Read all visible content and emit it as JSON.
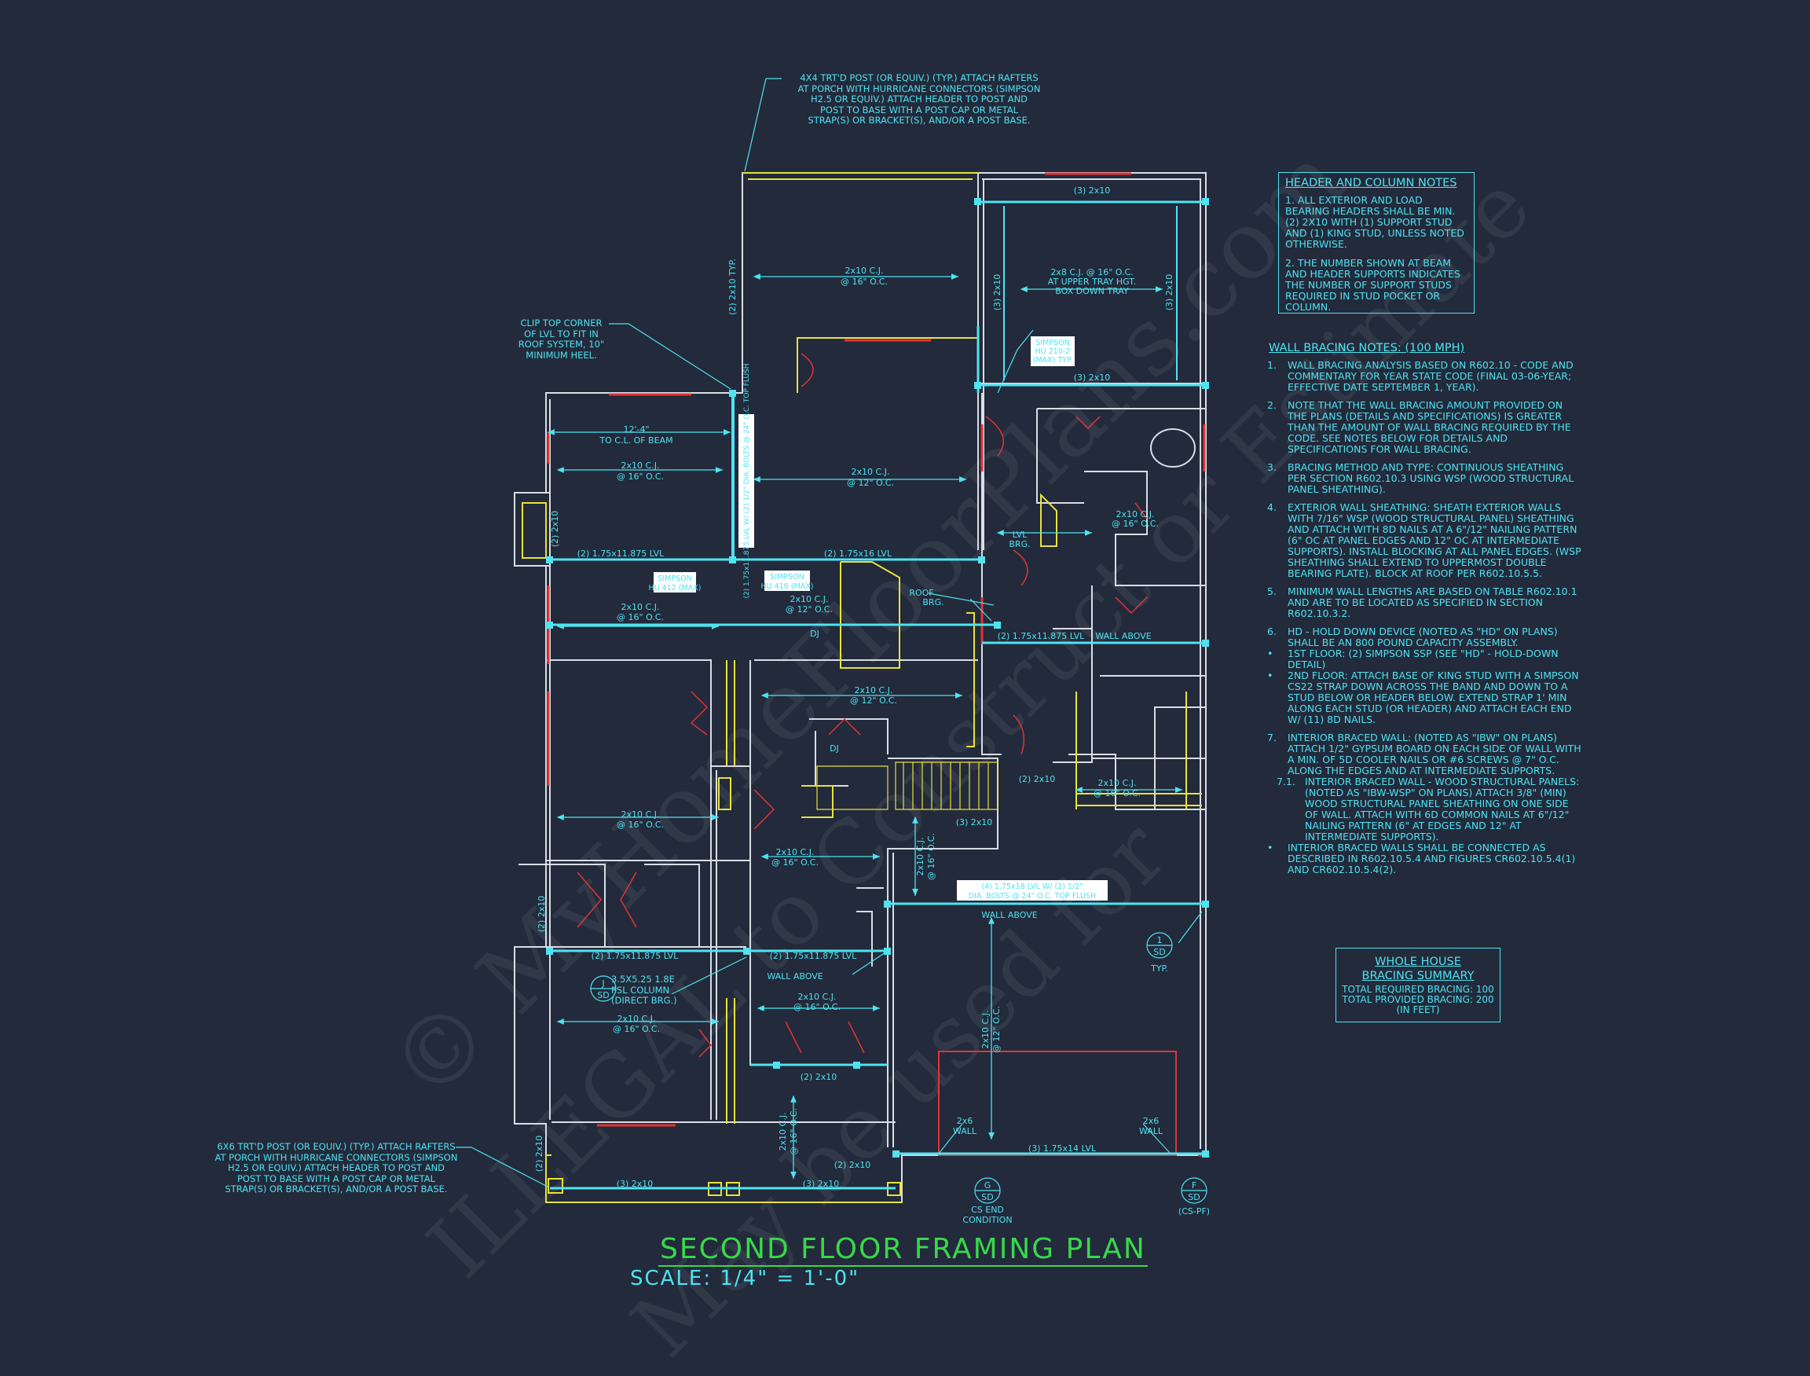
{
  "watermark": {
    "line1": "© MyHomeFloorPlans.com",
    "line2": "ILLEGAL to Construct or Estimate",
    "line3": "May be used for"
  },
  "drawing": {
    "title": "SECOND FLOOR FRAMING PLAN",
    "scale": "SCALE: 1/4\" = 1'-0\""
  },
  "header_notes": {
    "heading": "HEADER AND COLUMN NOTES",
    "items": [
      "1. ALL EXTERIOR AND LOAD BEARING HEADERS SHALL BE MIN. (2) 2x10 WITH (1) SUPPORT STUD AND (1) KING STUD, UNLESS NOTED OTHERWISE.",
      "2. THE NUMBER SHOWN AT BEAM AND HEADER SUPPORTS INDICATES THE NUMBER OF SUPPORT STUDS REQUIRED IN STUD POCKET OR COLUMN."
    ]
  },
  "bracing_notes": {
    "heading": "WALL BRACING NOTES: (100 MPH)",
    "items": [
      {
        "num": "1.",
        "text": "WALL BRACING ANALYSIS BASED ON R602.10 - CODE AND COMMENTARY FOR YEAR STATE CODE (FINAL 03-06-YEAR; EFFECTIVE DATE SEPTEMBER 1, YEAR)."
      },
      {
        "num": "2.",
        "text": "NOTE THAT THE WALL BRACING AMOUNT PROVIDED ON THE PLANS (DETAILS AND SPECIFICATIONS) IS GREATER THAN THE AMOUNT OF WALL BRACING REQUIRED BY THE CODE. SEE NOTES BELOW FOR DETAILS AND SPECIFICATIONS FOR WALL BRACING."
      },
      {
        "num": "3.",
        "text": "BRACING METHOD AND TYPE: CONTINUOUS SHEATHING PER SECTION R602.10.3 USING WSP (WOOD STRUCTURAL PANEL SHEATHING)."
      },
      {
        "num": "4.",
        "text": "EXTERIOR WALL SHEATHING: SHEATH EXTERIOR WALLS WITH 7/16\" WSP (WOOD STRUCTURAL PANEL) SHEATHING AND ATTACH WITH 8d NAILS AT A 6\"/12\" NAILING PATTERN (6\" OC AT PANEL EDGES AND 12\" OC AT INTERMEDIATE SUPPORTS). INSTALL BLOCKING AT ALL PANEL EDGES. (WSP SHEATHING SHALL EXTEND TO UPPERMOST DOUBLE BEARING PLATE). BLOCK AT ROOF PER R602.10.5.5."
      },
      {
        "num": "5.",
        "text": "MINIMUM WALL LENGTHS ARE BASED ON TABLE R602.10.1 AND ARE TO BE LOCATED AS SPECIFIED IN SECTION R602.10.3.2."
      },
      {
        "num": "6.",
        "text": "HD - HOLD DOWN DEVICE (NOTED AS \"HD\" ON PLANS) SHALL BE AN 800 POUND CAPACITY ASSEMBLY."
      },
      {
        "num": "•",
        "text": "1ST FLOOR: (2) SIMPSON SSP (SEE \"HD\" - HOLD-DOWN DETAIL)"
      },
      {
        "num": "•",
        "text": "2ND FLOOR: ATTACH BASE OF KING STUD WITH A SIMPSON CS22 STRAP DOWN ACROSS THE BAND AND DOWN TO A STUD BELOW OR HEADER BELOW. EXTEND STRAP 1' MIN ALONG EACH STUD (OR HEADER) AND ATTACH EACH END W/ (11) 8d NAILS."
      },
      {
        "num": "7.",
        "text": "INTERIOR BRACED WALL: (NOTED AS \"IBW\" ON PLANS) ATTACH 1/2\" GYPSUM BOARD ON EACH SIDE OF WALL WITH A MIN. OF 5d COOLER NAILS OR #6 SCREWS @ 7\" O.C. ALONG THE EDGES AND AT INTERMEDIATE SUPPORTS."
      },
      {
        "num": "7.1.",
        "text": "INTERIOR BRACED WALL - WOOD STRUCTURAL PANELS: (NOTED AS \"IBW-WSP\" ON PLANS) ATTACH 3/8\" (MIN) WOOD STRUCTURAL PANEL SHEATHING ON ONE SIDE OF WALL. ATTACH WITH 6d COMMON NAILS AT 6\"/12\" NAILING PATTERN (6\" AT EDGES AND 12\" AT INTERMEDIATE SUPPORTS)."
      },
      {
        "num": "•",
        "text": "INTERIOR BRACED WALLS SHALL BE CONNECTED AS DESCRIBED IN R602.10.5.4 AND FIGURES CR602.10.5.4(1) AND CR602.10.5.4(2)."
      }
    ]
  },
  "bracing_summary": {
    "heading_1": "WHOLE HOUSE",
    "heading_2": "BRACING SUMMARY",
    "required": "TOTAL REQUIRED BRACING: 100",
    "provided": "TOTAL PROVIDED BRACING: 200",
    "units": "(IN FEET)"
  },
  "callouts": {
    "porch_post_top": [
      "4x4 TRT'D POST (OR EQUIV.) (TYP.) ATTACH RAFTERS",
      "AT PORCH WITH HURRICANE CONNECTORS (SIMPSON",
      "H2.5 OR EQUIV.) ATTACH HEADER TO POST AND",
      "POST TO BASE WITH A POST CAP OR METAL",
      "STRAP(S) OR BRACKET(S), AND/OR A POST BASE."
    ],
    "porch_post_bottom": [
      "6x6 TRT'D POST (OR EQUIV.) (TYP.) ATTACH RAFTERS",
      "AT PORCH WITH HURRICANE CONNECTORS (SIMPSON",
      "H2.5 OR EQUIV.) ATTACH HEADER TO POST AND",
      "POST TO BASE WITH A POST CAP OR METAL",
      "STRAP(S) OR BRACKET(S), AND/OR A POST BASE."
    ],
    "clip_top": [
      "CLIP TOP CORNER",
      "OF LVL TO FIT IN",
      "ROOF SYSTEM, 10\"",
      "MINIMUM HEEL."
    ],
    "psl_column": [
      "3.5x5.25 1.8E",
      "PSL COLUMN",
      "(DIRECT BRG.)"
    ]
  },
  "labels": {
    "cj_16": "2x10 C.J.",
    "cj_16_oc": "@ 16\" O.C.",
    "cj_12_oc": "@ 12\" O.C.",
    "cj_2x8": "2x8 C.J. @ 16\" O.C.",
    "tray1": "AT UPPER TRAY HGT.",
    "tray2": "BOX DOWN TRAY",
    "h_3_2x10": "(3) 2x10",
    "h_2_2x10": "(2) 2x10",
    "h_2_2x10_typ": "(2) 2x10 TYP.",
    "beam_12_4": "12'-4\"",
    "to_cl": "TO C.L. OF BEAM",
    "lvl_11875": "(2) 1.75x11.875 LVL",
    "lvl_16": "(2) 1.75x16 LVL",
    "lvl_14": "(3) 1.75x14 LVL",
    "lvl_18": "(4) 1.75x18 LVL W/ (2) 1/2\"",
    "lvl_18b": "DIA. BOLTS @ 24\" O.C. TOP FLUSH",
    "simpson_1": "SIMPSON",
    "simpson_1b": "HU 412 (MAX)",
    "simpson_2": "SIMPSON",
    "simpson_2b": "HU 416 (MAX)",
    "simpson_3": "SIMPSON",
    "simpson_3b": "HU 210-2",
    "simpson_3c": "(MAX) TYP.",
    "roof_brg": "ROOF",
    "roof_brg2": "BRG.",
    "lvl_brg": "LVL",
    "lvl_brg2": "BRG.",
    "dj": "DJ",
    "wall_above": "WALL ABOVE",
    "wall_2x6": "2x6",
    "wall_word": "WALL",
    "typ": "TYP.",
    "cs_end": "CS END",
    "condition": "CONDITION",
    "cs_pf": "(CS-PF)",
    "lvl_vertical": "(2) 1.75x11.875 LVL W/ (2) 1/2\" DIA. BOLTS @ 24\" O.C. TOP FLUSH",
    "sd": "SD",
    "tag_j": "J",
    "tag_g": "G",
    "tag_f": "F",
    "tag_1": "1"
  },
  "colors": {
    "background": "#222a3b",
    "walls": "#d9dde6",
    "cyan": "#4fe3f0",
    "red": "#e23434",
    "yellow": "#e8e23a",
    "green": "#39d84b"
  }
}
